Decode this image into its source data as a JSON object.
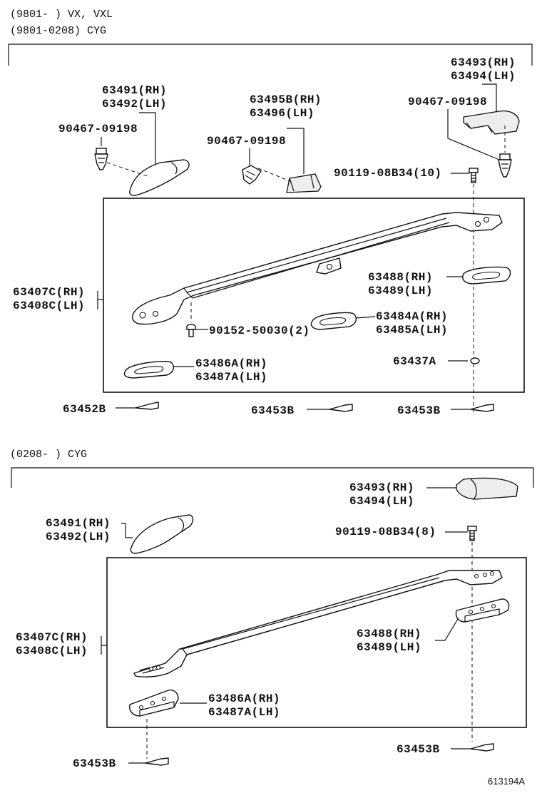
{
  "sections": {
    "top": {
      "header_1": "(9801-      ) VX, VXL",
      "header_2": "(9801-0208) CYG"
    },
    "bottom": {
      "header": "(0208-      ) CYG"
    }
  },
  "labels": {
    "t_63491": "63491(RH)",
    "t_63492": "63492(LH)",
    "t_90467_a": "90467-09198",
    "t_63495b": "63495B(RH)",
    "t_63496": "63496(LH)",
    "t_90467_b": "90467-09198",
    "t_63493": "63493(RH)",
    "t_63494": "63494(LH)",
    "t_90467_c": "90467-09198",
    "t_90119": "90119-08B34(10)",
    "t_63407c": "63407C(RH)",
    "t_63408c": "63408C(LH)",
    "t_63488": "63488(RH)",
    "t_63489": "63489(LH)",
    "t_90152": "90152-50030(2)",
    "t_63484a": "63484A(RH)",
    "t_63485a": "63485A(LH)",
    "t_63437a": "63437A",
    "t_63486a": "63486A(RH)",
    "t_63487a": "63487A(LH)",
    "t_63452b": "63452B",
    "t_63453b_a": "63453B",
    "t_63453b_b": "63453B",
    "b_63493": "63493(RH)",
    "b_63494": "63494(LH)",
    "b_63491": "63491(RH)",
    "b_63492": "63492(LH)",
    "b_90119": "90119-08B34(8)",
    "b_63407c": "63407C(RH)",
    "b_63408c": "63408C(LH)",
    "b_63488": "63488(RH)",
    "b_63489": "63489(LH)",
    "b_63486a": "63486A(RH)",
    "b_63487a": "63487A(LH)",
    "b_63453b_a": "63453B",
    "b_63453b_b": "63453B"
  },
  "footer": {
    "code": "613194A"
  }
}
